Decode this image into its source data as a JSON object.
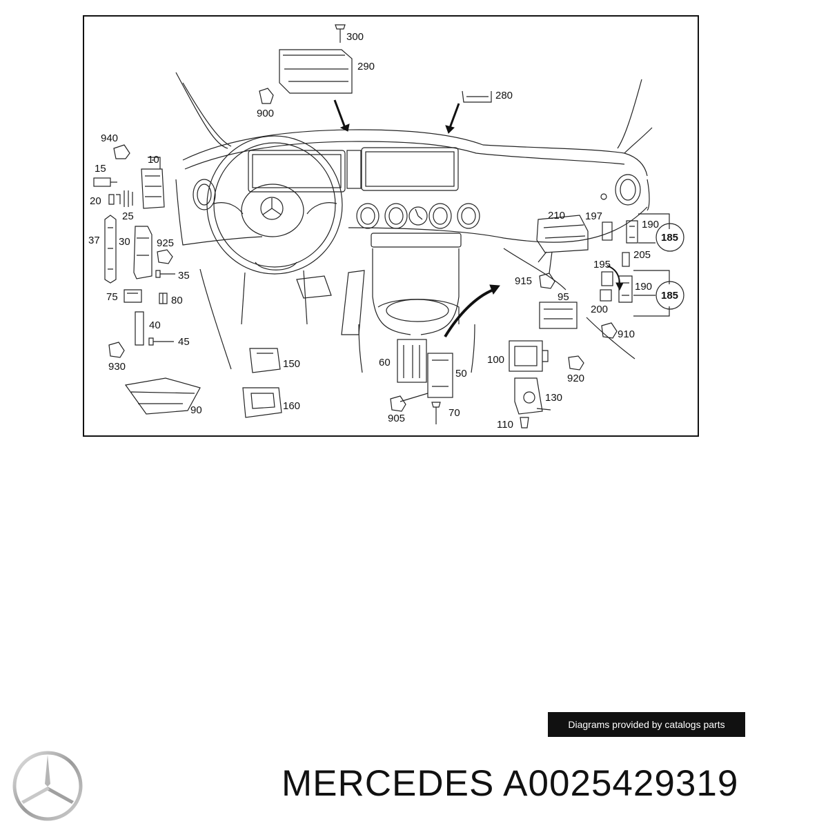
{
  "diagram": {
    "part_labels": [
      {
        "id": "300",
        "text": "300"
      },
      {
        "id": "290",
        "text": "290"
      },
      {
        "id": "900",
        "text": "900"
      },
      {
        "id": "280",
        "text": "280"
      },
      {
        "id": "940",
        "text": "940"
      },
      {
        "id": "10",
        "text": "10"
      },
      {
        "id": "15",
        "text": "15"
      },
      {
        "id": "20",
        "text": "20"
      },
      {
        "id": "25",
        "text": "25"
      },
      {
        "id": "37",
        "text": "37"
      },
      {
        "id": "30",
        "text": "30"
      },
      {
        "id": "925",
        "text": "925"
      },
      {
        "id": "35",
        "text": "35"
      },
      {
        "id": "75",
        "text": "75"
      },
      {
        "id": "80",
        "text": "80"
      },
      {
        "id": "40",
        "text": "40"
      },
      {
        "id": "45",
        "text": "45"
      },
      {
        "id": "930",
        "text": "930"
      },
      {
        "id": "150",
        "text": "150"
      },
      {
        "id": "160",
        "text": "160"
      },
      {
        "id": "90",
        "text": "90"
      },
      {
        "id": "60",
        "text": "60"
      },
      {
        "id": "50",
        "text": "50"
      },
      {
        "id": "905",
        "text": "905"
      },
      {
        "id": "70",
        "text": "70"
      },
      {
        "id": "100",
        "text": "100"
      },
      {
        "id": "920",
        "text": "920"
      },
      {
        "id": "130",
        "text": "130"
      },
      {
        "id": "110",
        "text": "110"
      },
      {
        "id": "210",
        "text": "210"
      },
      {
        "id": "915",
        "text": "915"
      },
      {
        "id": "95",
        "text": "95"
      },
      {
        "id": "197",
        "text": "197"
      },
      {
        "id": "190a",
        "text": "190"
      },
      {
        "id": "185a",
        "text": "185"
      },
      {
        "id": "195",
        "text": "195"
      },
      {
        "id": "205",
        "text": "205"
      },
      {
        "id": "190b",
        "text": "190"
      },
      {
        "id": "185b",
        "text": "185"
      },
      {
        "id": "200",
        "text": "200"
      },
      {
        "id": "910",
        "text": "910"
      }
    ]
  },
  "watermark": {
    "text": "Diagrams provided by catalogs parts"
  },
  "brand": {
    "logo": "mercedes-star-logo"
  },
  "title": {
    "text": "MERCEDES A0025429319"
  },
  "colors": {
    "line": "#222222",
    "frame": "#111111",
    "watermark_bg": "#111111",
    "watermark_fg": "#ffffff"
  }
}
